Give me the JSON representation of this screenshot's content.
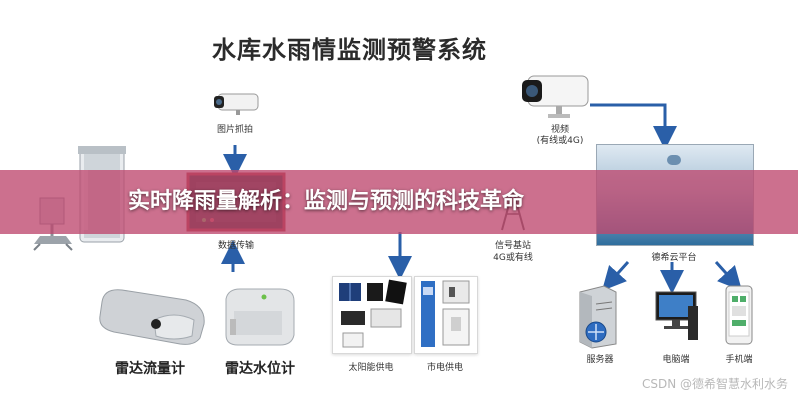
{
  "title": "水库水雨情监测预警系统",
  "banner": "实时降雨量解析：监测与预测的科技革命",
  "watermark": "CSDN @德希智慧水利水务",
  "nodes": {
    "photo_capture": "图片抓拍",
    "video": "视频",
    "video_sub": "(有线或4G)",
    "data_transfer": "数据传输",
    "base_station": "信号基站",
    "base_station_sub": "4G或有线",
    "cloud_platform": "德希云平台",
    "radar_flow_meter": "雷达流量计",
    "radar_level_meter": "雷达水位计",
    "solar_power": "太阳能供电",
    "mains_power": "市电供电",
    "server": "服务器",
    "computer": "电脑端",
    "mobile": "手机端"
  },
  "colors": {
    "banner": "#be486e",
    "arrow": "#2a5fa8",
    "rtu_frame": "#b33a3a",
    "screen": "#2f6e9e"
  }
}
